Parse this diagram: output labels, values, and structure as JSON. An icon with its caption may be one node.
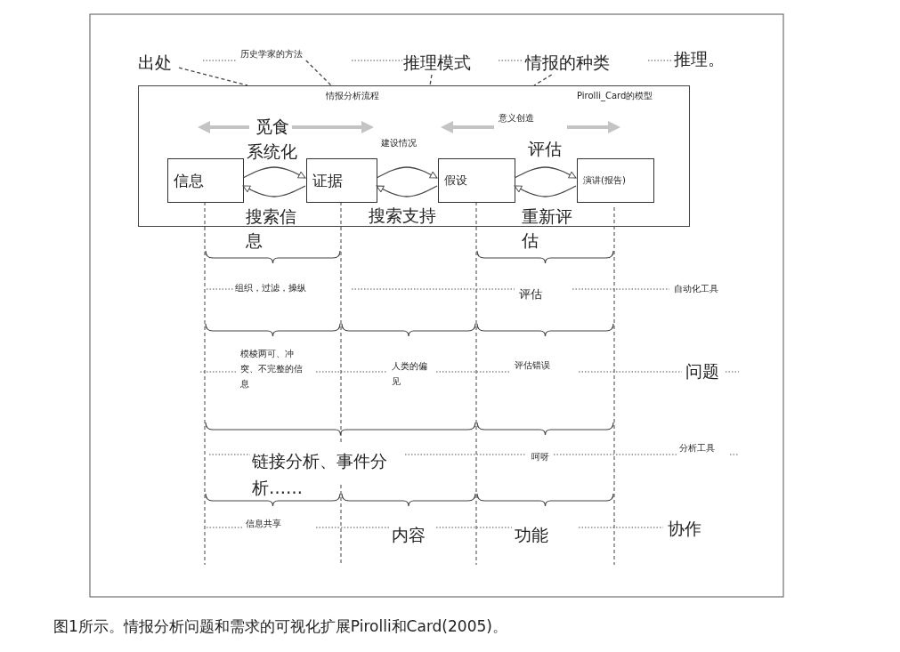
{
  "diagram": {
    "caption": "图1所示。情报分析问题和需求的可视化扩展Pirolli和Card(2005)。",
    "nodes": [
      {
        "text": [
          "出处"
        ]
      },
      {
        "text": [
          "历史学家的方法"
        ]
      },
      {
        "text": [
          "推理模式"
        ]
      },
      {
        "text": [
          "情报的种类"
        ]
      },
      {
        "text": [
          "情报分析流程",
          "Pirolli_Card的模型"
        ]
      },
      {
        "text": [
          "信息"
        ],
        "in": 4
      },
      {
        "text": [
          "证据"
        ],
        "in": 4
      },
      {
        "text": [
          "假设"
        ],
        "in": 4
      },
      {
        "text": [
          "演讲(报告)"
        ],
        "in": 4
      }
    ],
    "edges": [
      {
        "from": 0,
        "to": 4,
        "arrow": "none",
        "style": "dashed"
      },
      {
        "from": 1,
        "to": 4,
        "arrow": "none",
        "style": "dashed"
      },
      {
        "from": 2,
        "to": 4,
        "arrow": "none",
        "style": "dashed"
      },
      {
        "from": 3,
        "to": 4,
        "arrow": "none",
        "style": "dashed"
      },
      {
        "from": 5,
        "to": 6,
        "arrow": "to",
        "label": "系统化"
      },
      {
        "from": 6,
        "to": 5,
        "arrow": "to",
        "label": "搜索信息"
      },
      {
        "from": 6,
        "to": 7,
        "arrow": "to",
        "label": "建设情况"
      },
      {
        "from": 7,
        "to": 6,
        "arrow": "to",
        "label": "搜索支持"
      },
      {
        "from": 7,
        "to": 8,
        "arrow": "to",
        "label": "评估"
      },
      {
        "from": 8,
        "to": 7,
        "arrow": "to",
        "label": "重新评估"
      }
    ],
    "labels": [
      "推理。",
      "觅食",
      "意义创造",
      "组织，过滤，操纵",
      "评估",
      "自动化工具",
      "模棱两可、冲突、不完整的信息",
      "人类的偏见",
      "评估错误",
      "问题",
      "链接分析、事件分析……",
      "呵呀",
      "分析工具",
      "信息共享",
      "内容",
      "功能",
      "协作"
    ]
  }
}
